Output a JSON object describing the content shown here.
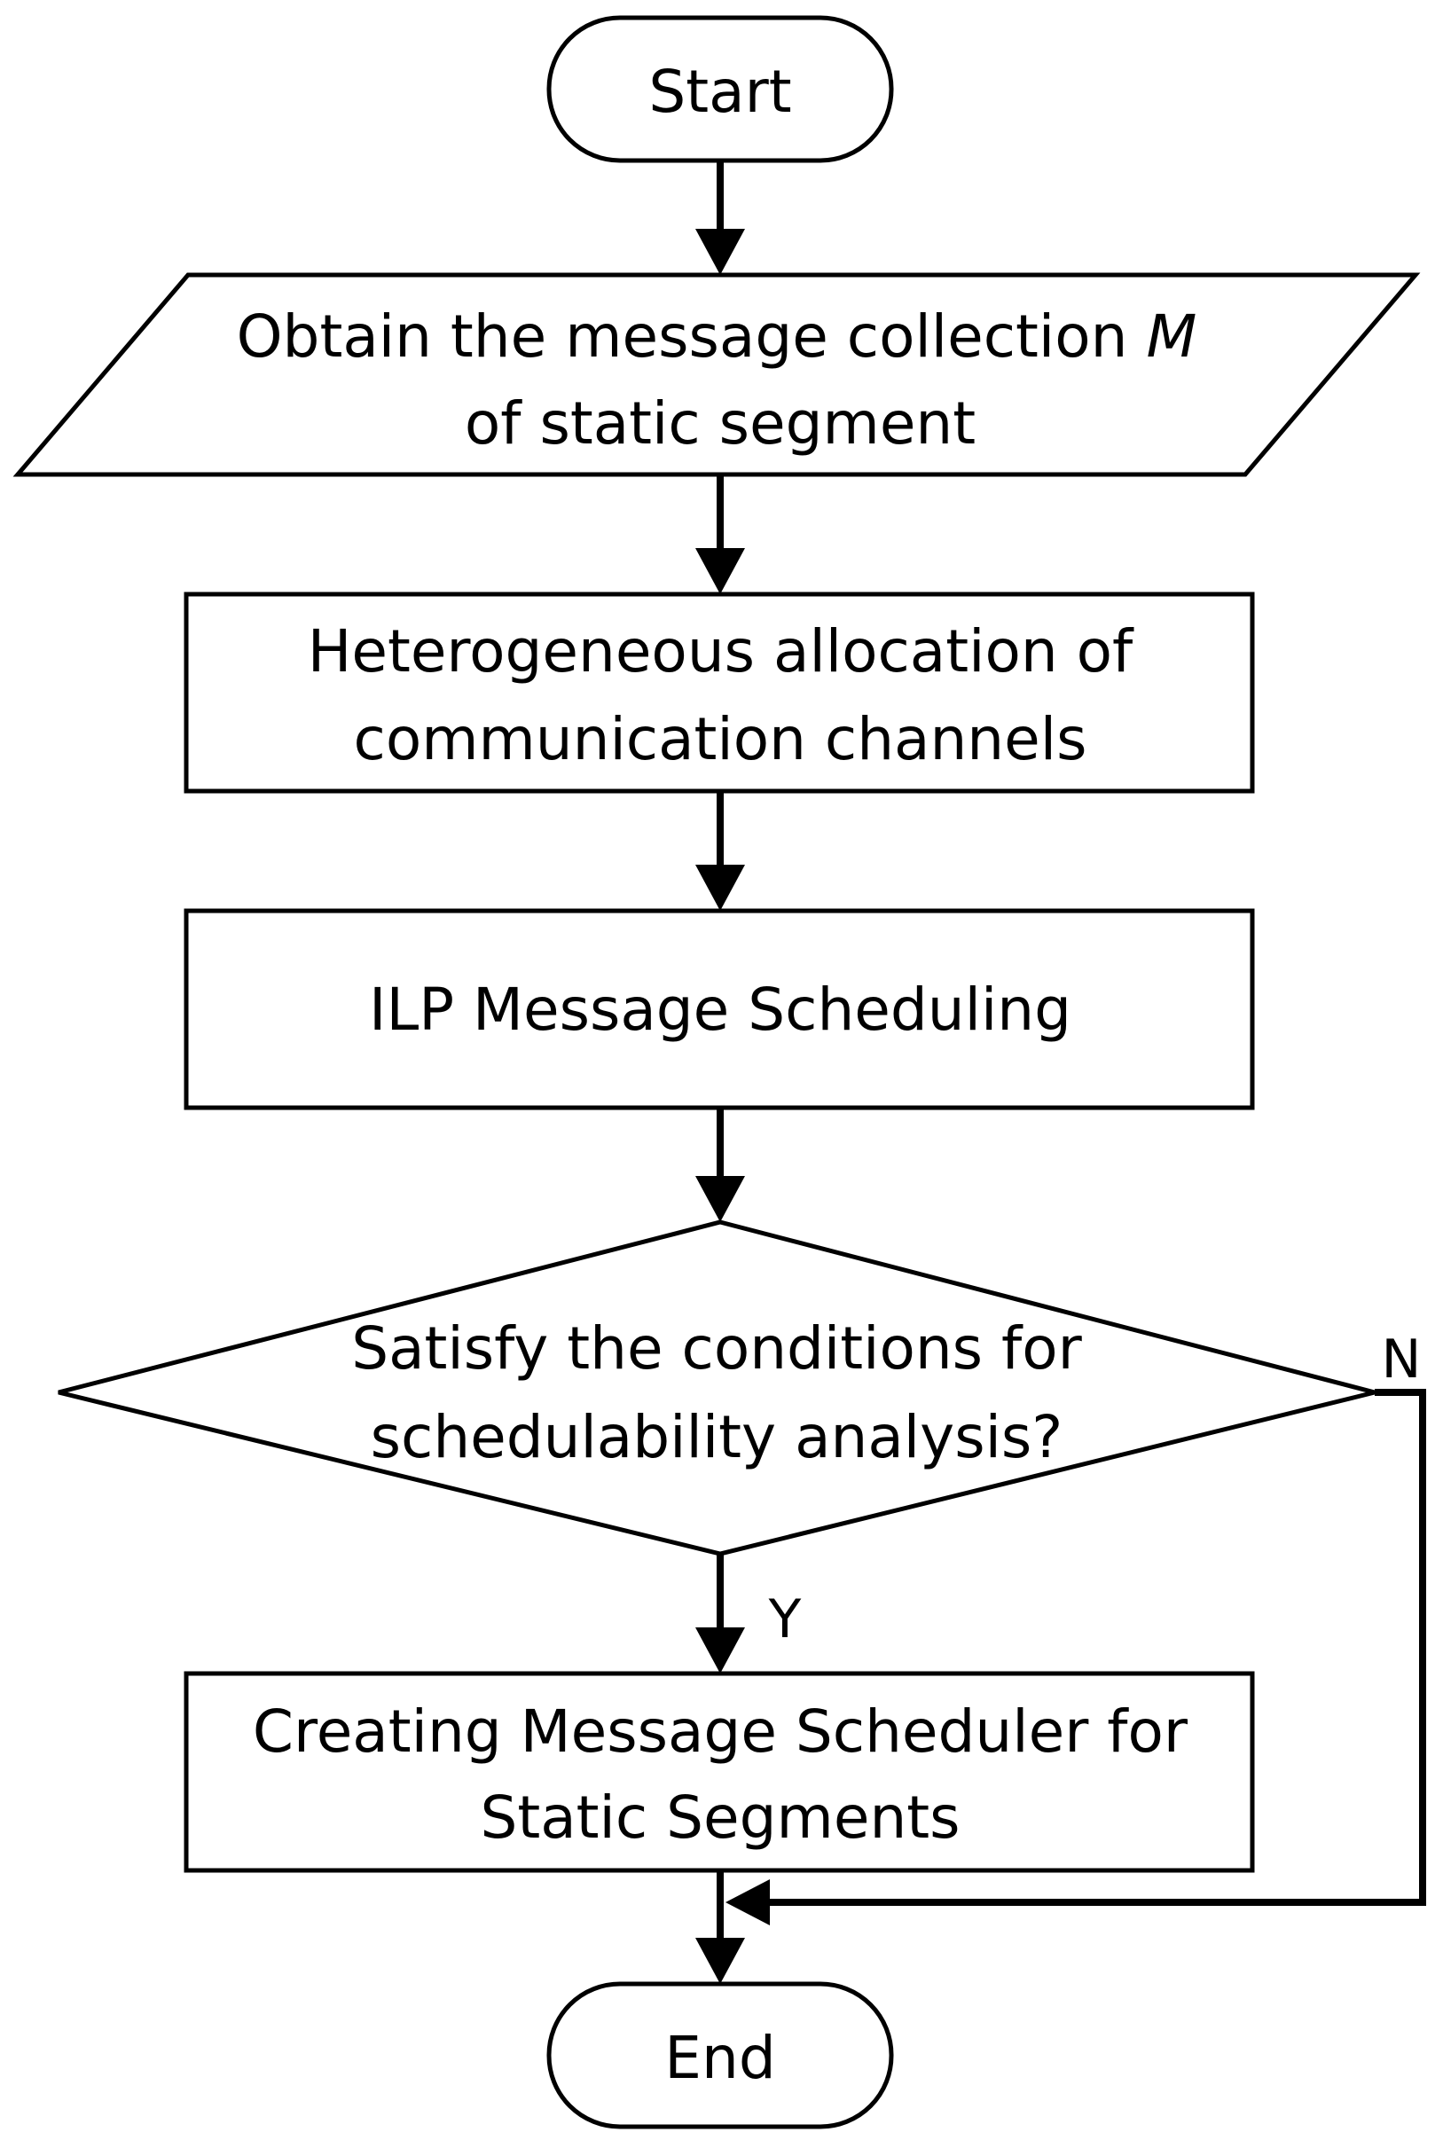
{
  "start": {
    "label": "Start"
  },
  "input": {
    "line1": "Obtain the message collection ",
    "variable": "M",
    "line2": "of static segment"
  },
  "allocation": {
    "line1": "Heterogeneous allocation of",
    "line2": "communication channels"
  },
  "scheduling": {
    "label": "ILP Message Scheduling"
  },
  "decision": {
    "line1": "Satisfy the conditions for",
    "line2": "schedulability analysis?"
  },
  "branches": {
    "yes": "Y",
    "no": "N"
  },
  "creator": {
    "line1": "Creating Message Scheduler for",
    "line2": "Static Segments"
  },
  "end": {
    "label": "End"
  }
}
